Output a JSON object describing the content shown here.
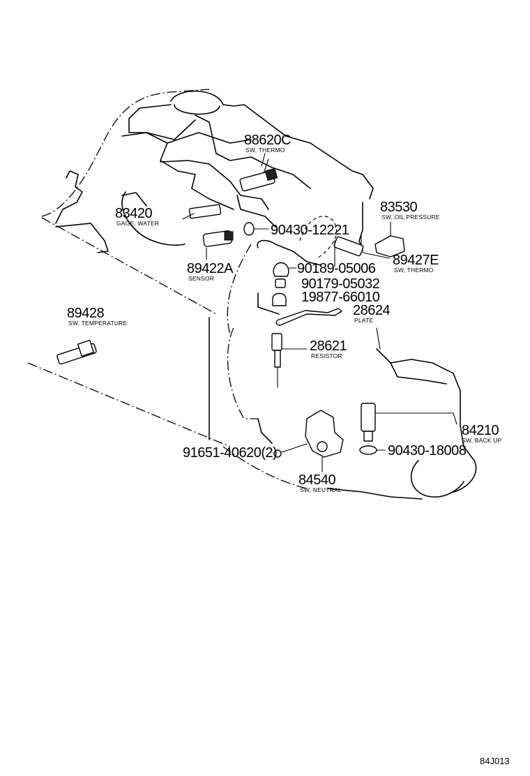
{
  "callouts": [
    {
      "id": "88620c",
      "number": "88620C",
      "desc": "SW, THERMO"
    },
    {
      "id": "83420",
      "number": "83420",
      "desc": "GAGE, WATER"
    },
    {
      "id": "90430-12221",
      "number": "90430-12221",
      "desc": ""
    },
    {
      "id": "83530",
      "number": "83530",
      "desc": "SW, OIL PRESSURE"
    },
    {
      "id": "89422a",
      "number": "89422A",
      "desc": "SENSOR"
    },
    {
      "id": "90189-05006",
      "number": "90189-05006",
      "desc": ""
    },
    {
      "id": "89427e",
      "number": "89427E",
      "desc": "SW, THERMO"
    },
    {
      "id": "90179-05032",
      "number": "90179-05032",
      "desc": ""
    },
    {
      "id": "19877-66010",
      "number": "19877-66010",
      "desc": ""
    },
    {
      "id": "28624",
      "number": "28624",
      "desc": "PLATE"
    },
    {
      "id": "89428",
      "number": "89428",
      "desc": "SW, TEMPERATURE"
    },
    {
      "id": "28621",
      "number": "28621",
      "desc": "RESISTOR"
    },
    {
      "id": "84210",
      "number": "84210",
      "desc": "SW, BACK UP"
    },
    {
      "id": "91651-40620",
      "number": "91651-40620(2)",
      "desc": ""
    },
    {
      "id": "90430-18008",
      "number": "90430-18008",
      "desc": ""
    },
    {
      "id": "84540",
      "number": "84540",
      "desc": "SW, NEUTRAL"
    }
  ],
  "drawing_code": "84J013"
}
